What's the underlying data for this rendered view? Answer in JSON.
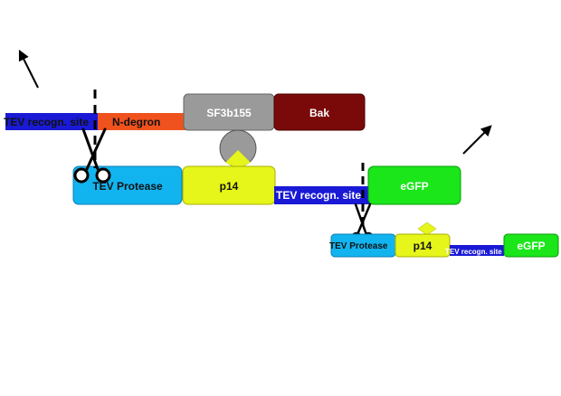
{
  "labels": {
    "tev_site_top": "TEV recogn. site",
    "ndegron": "N-degron",
    "sf3b155": "SF3b155",
    "bak": "Bak",
    "tev_protease": "TEV Protease",
    "p14": "p14",
    "tev_site_mid": "TEV recogn. site",
    "egfp": "eGFP",
    "tev_protease_small": "TEV Protease",
    "p14_small": "p14",
    "tev_site_small": "TEV recogn. site",
    "egfp_small": "eGFP"
  },
  "colors": {
    "tev_site": "#1a1ad6",
    "ndegron": "#f0521e",
    "sf3b155": "#9a9a9a",
    "bak": "#7a0a0a",
    "tev_protease": "#12b4f0",
    "p14": "#e6f51a",
    "egfp": "#1ae61a",
    "connector": "#9a9a9a"
  },
  "icons": [
    "arrow-icon",
    "scissors-icon",
    "dashed-cut-line"
  ]
}
